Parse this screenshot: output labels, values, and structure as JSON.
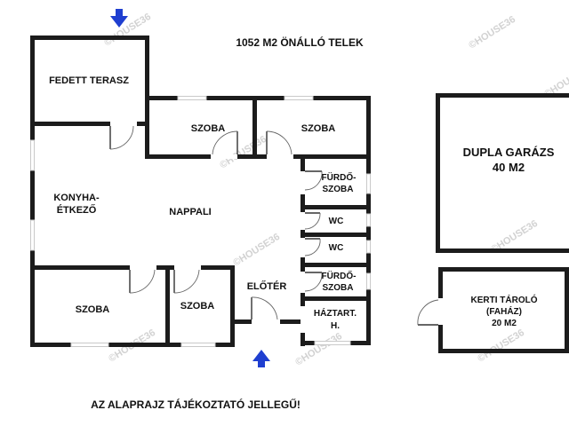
{
  "header": {
    "title": "1052 M2 ÖNÁLLÓ TELEK"
  },
  "footer": {
    "note": "AZ ALAPRAJZ TÁJÉKOZTATÓ JELLEGŰ!"
  },
  "watermark": "©HOUSE36",
  "rooms": {
    "fedett_terasz": "FEDETT TERASZ",
    "szoba_top_left": "SZOBA",
    "szoba_top_right": "SZOBA",
    "konyha_line1": "KONYHA-",
    "konyha_line2": "ÉTKEZŐ",
    "nappali": "NAPPALI",
    "furdo1_line1": "FÜRDŐ-",
    "furdo1_line2": "SZOBA",
    "wc1": "WC",
    "wc2": "WC",
    "furdo2_line1": "FÜRDŐ-",
    "furdo2_line2": "SZOBA",
    "szoba_bottom_left": "SZOBA",
    "szoba_bottom_mid": "SZOBA",
    "eloter": "ELŐTÉR",
    "haztart_line1": "HÁZTART.",
    "haztart_line2": "H.",
    "garazs_line1": "DUPLA GARÁZS",
    "garazs_line2": "40 M2",
    "tarolo_line1": "KERTI TÁROLÓ",
    "tarolo_line2": "(FAHÁZ)",
    "tarolo_line3": "20 M2"
  },
  "colors": {
    "wall": "#1c1c1c",
    "arrow": "#1f3fd0",
    "watermark": "#d2d2d2"
  },
  "icons": {
    "entrance_top": "arrow-down-icon",
    "entrance_bottom": "arrow-up-icon"
  }
}
